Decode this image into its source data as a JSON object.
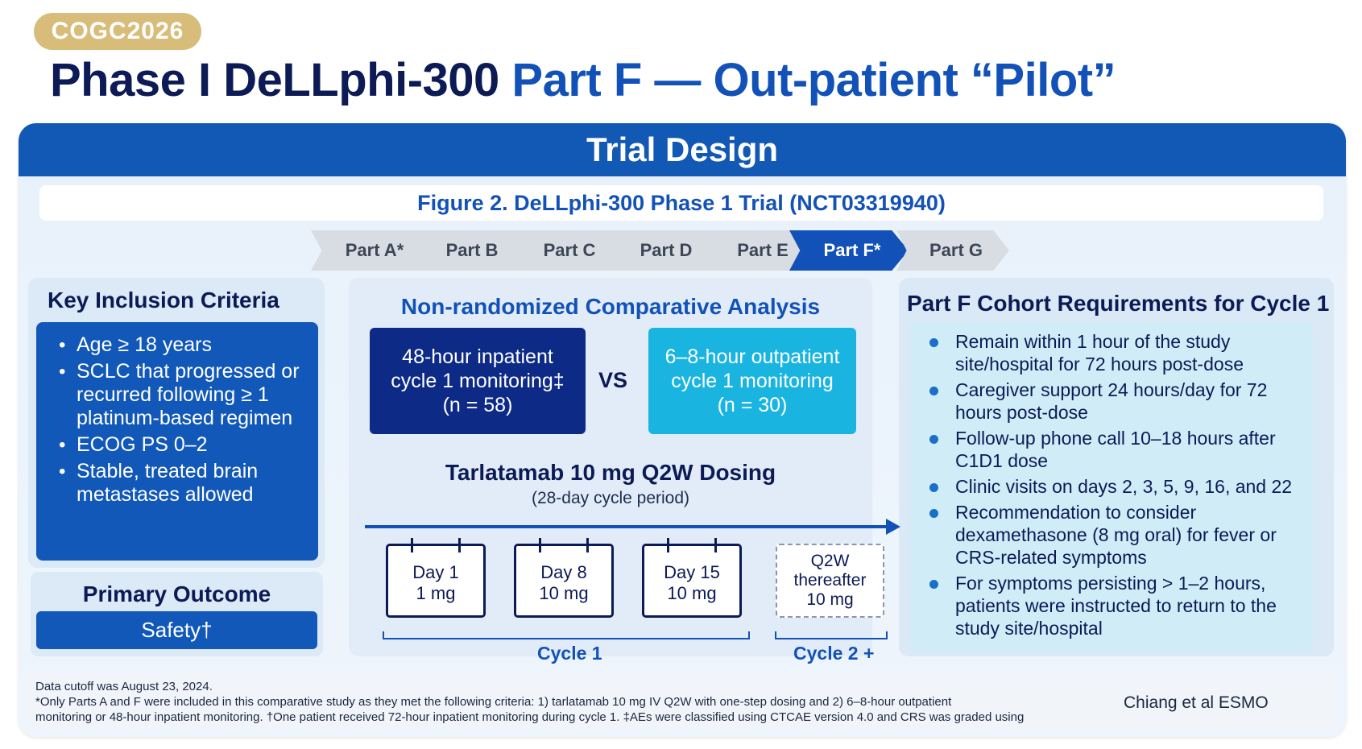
{
  "badge": "COGC2026",
  "title": {
    "part1": "Phase I DeLLphi-300",
    "part2": "Part F — Out-patient “Pilot”"
  },
  "panel": {
    "header": "Trial Design",
    "figure_caption": "Figure 2. DeLLphi-300 Phase 1 Trial (NCT03319940)"
  },
  "parts": [
    {
      "label": "Part A*",
      "active": false
    },
    {
      "label": "Part B",
      "active": false
    },
    {
      "label": "Part C",
      "active": false
    },
    {
      "label": "Part D",
      "active": false
    },
    {
      "label": "Part E",
      "active": false
    },
    {
      "label": "Part F*",
      "active": true
    },
    {
      "label": "Part G",
      "active": false
    }
  ],
  "inclusion": {
    "title": "Key Inclusion Criteria",
    "items": [
      "Age ≥ 18 years",
      "SCLC that progressed or recurred following ≥ 1 platinum-based regimen",
      "ECOG PS 0–2",
      "Stable, treated brain metastases allowed"
    ]
  },
  "outcome": {
    "title": "Primary Outcome",
    "value": "Safety†"
  },
  "comparison": {
    "title": "Non-randomized Comparative Analysis",
    "inpatient": {
      "line1": "48-hour inpatient",
      "line2": "cycle 1 monitoring‡",
      "line3": "(n = 58)"
    },
    "vs": "VS",
    "outpatient": {
      "line1": "6–8-hour outpatient",
      "line2": "cycle 1 monitoring",
      "line3": "(n = 30)"
    }
  },
  "dosing": {
    "title": "Tarlatamab 10 mg Q2W Dosing",
    "subtitle": "(28-day cycle period)",
    "days": [
      {
        "line1": "Day 1",
        "line2": "1 mg"
      },
      {
        "line1": "Day 8",
        "line2": "10 mg"
      },
      {
        "line1": "Day 15",
        "line2": "10 mg"
      }
    ],
    "after": {
      "line1": "Q2W",
      "line2": "thereafter",
      "line3": "10 mg"
    },
    "cycle1": "Cycle 1",
    "cycle2": "Cycle 2 +"
  },
  "requirements": {
    "title": "Part F Cohort Requirements for Cycle 1",
    "items": [
      "Remain within 1 hour of the study site/hospital for 72 hours post-dose",
      "Caregiver support 24 hours/day for 72 hours post-dose",
      "Follow-up phone call 10–18 hours after C1D1 dose",
      "Clinic visits on days 2, 3, 5, 9, 16, and 22",
      "Recommendation to consider dexamethasone (8 mg oral) for fever or CRS-related symptoms",
      "For symptoms persisting > 1–2 hours, patients were instructed to return to the study site/hospital"
    ]
  },
  "footnotes": {
    "line1": "Data cutoff was August 23, 2024.",
    "line2": "*Only Parts A and F were included in this comparative study as they met the following criteria: 1) tarlatamab 10 mg IV Q2W with one-step dosing and 2) 6–8-hour outpatient",
    "line3": "monitoring or 48-hour inpatient monitoring. †One patient received 72-hour inpatient monitoring during cycle 1. ‡AEs were classified using CTCAE version 4.0 and CRS was graded using"
  },
  "credit": "Chiang et al ESMO"
}
